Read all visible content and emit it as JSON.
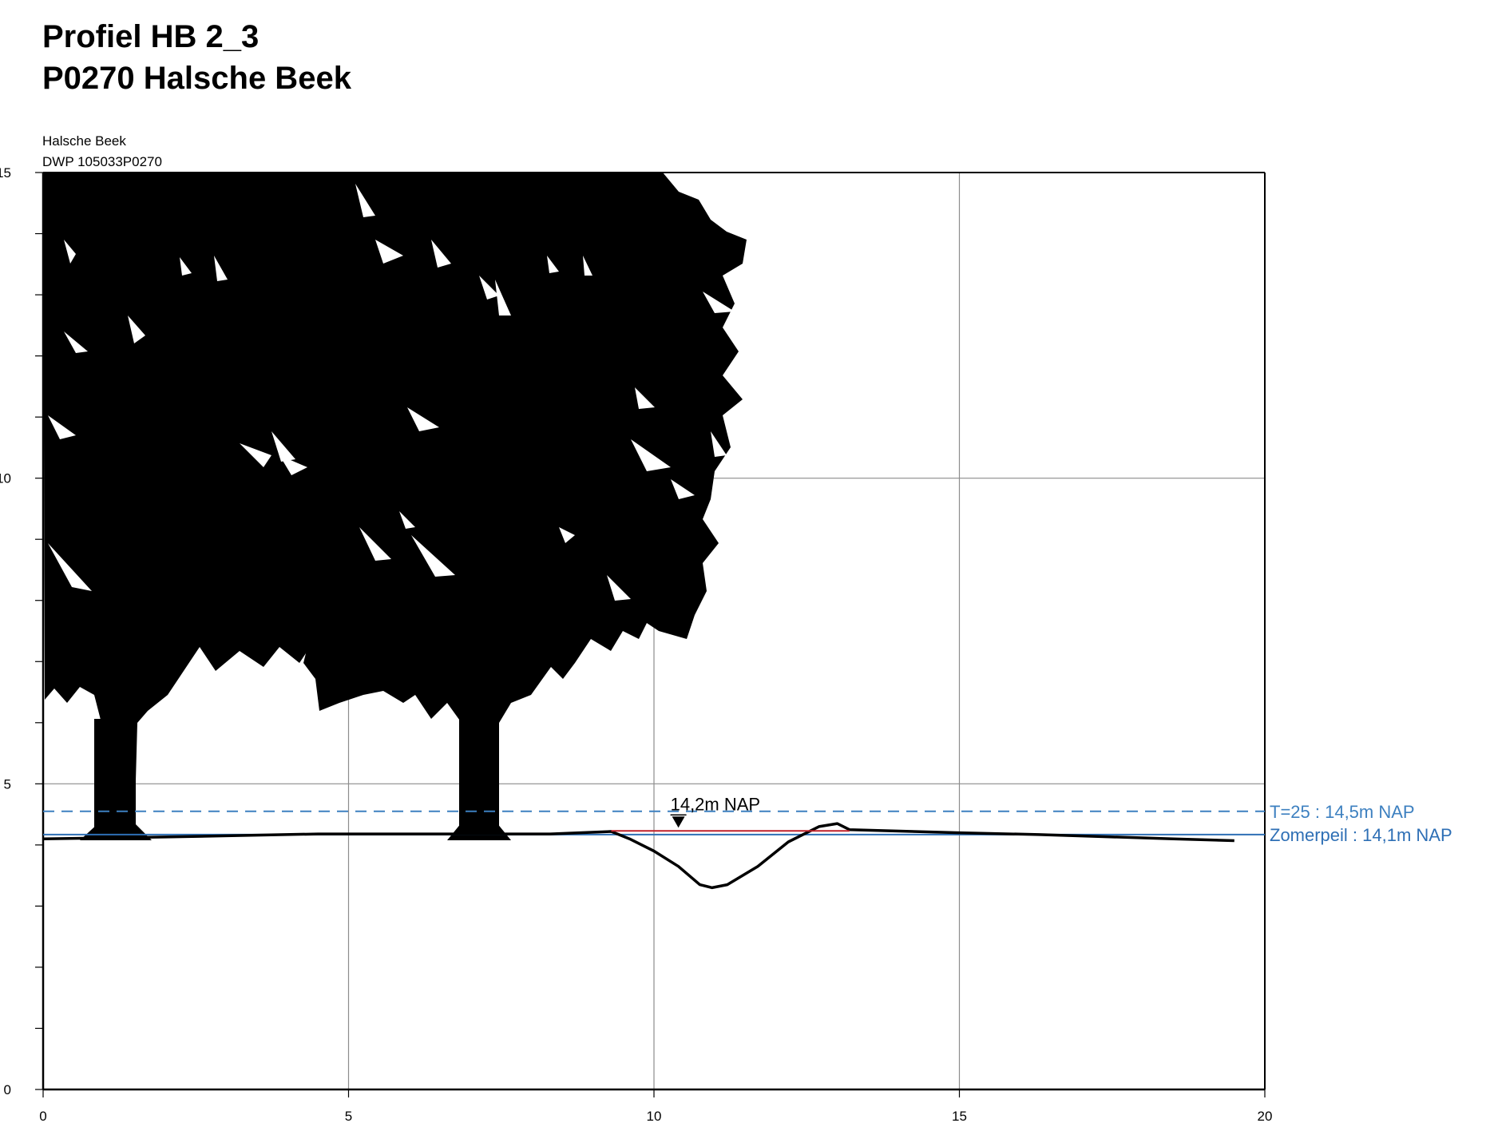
{
  "header": {
    "title_line1": "Profiel HB 2_3",
    "title_line2": "P0270 Halsche Beek",
    "subtitle_line1": "Halsche Beek",
    "subtitle_line2": "DWP 105033P0270"
  },
  "chart_data": {
    "type": "line",
    "title": "Profiel HB 2_3 P0270 Halsche Beek",
    "xlabel": "",
    "ylabel": "",
    "xlim": [
      0,
      20
    ],
    "ylim": [
      0,
      15
    ],
    "grid": true,
    "x_ticks": [
      0,
      5,
      10,
      15,
      20
    ],
    "x_tick_labels": [
      "0",
      "5",
      "10",
      "15",
      "20"
    ],
    "y_ticks": [
      0,
      5,
      10,
      15
    ],
    "y_tick_labels": [
      "0",
      "5",
      "10",
      "15"
    ],
    "series": [
      {
        "color": "#000000",
        "points": [
          [
            0,
            4.1
          ],
          [
            2,
            4.13
          ],
          [
            4.5,
            4.18
          ],
          [
            7,
            4.18
          ],
          [
            8.3,
            4.18
          ],
          [
            9.3,
            4.22
          ],
          [
            9.6,
            4.1
          ],
          [
            10.0,
            3.9
          ],
          [
            10.4,
            3.65
          ],
          [
            10.75,
            3.35
          ],
          [
            10.95,
            3.3
          ],
          [
            11.2,
            3.35
          ],
          [
            11.7,
            3.65
          ],
          [
            12.2,
            4.05
          ],
          [
            12.7,
            4.3
          ],
          [
            13.0,
            4.35
          ],
          [
            13.2,
            4.25
          ],
          [
            15,
            4.2
          ],
          [
            16.3,
            4.17
          ],
          [
            18.5,
            4.1
          ],
          [
            19.5,
            4.07
          ]
        ]
      }
    ],
    "reference_lines": [
      {
        "label": "T=25 : 14,5m NAP",
        "y": 4.55,
        "color": "#3d80c0",
        "style": "dashed"
      },
      {
        "label": "Zomerpeil : 14,1m NAP",
        "y": 4.17,
        "color": "#2e6fb5",
        "style": "solid"
      }
    ],
    "annotations": [
      {
        "label": "14,2m NAP",
        "x": 10.4,
        "y": 4.23,
        "line_x": [
          9.3,
          13.2
        ],
        "color": "#c0202a"
      }
    ],
    "trees": [
      {
        "icon": "tree-silhouette-icon"
      },
      {
        "icon": "tree-silhouette-icon"
      }
    ]
  }
}
